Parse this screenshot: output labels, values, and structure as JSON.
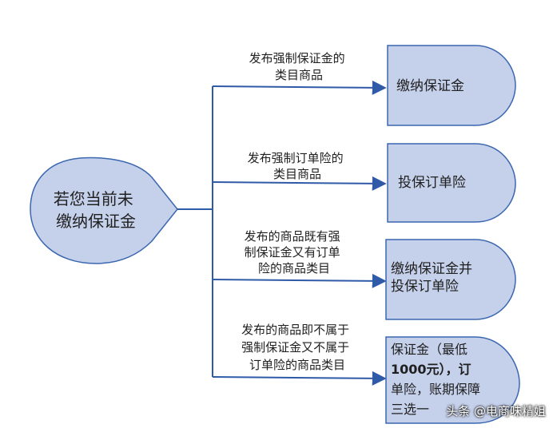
{
  "colors": {
    "node_fill": "#c5d0ea",
    "node_stroke": "#3b67b0",
    "line": "#2e5aa8"
  },
  "root": {
    "lines": [
      "若您当前未",
      "缴纳保证金"
    ]
  },
  "branches": [
    {
      "condition": [
        "发布强制保证金的",
        "类目商品"
      ],
      "result": [
        "缴纳保证金"
      ]
    },
    {
      "condition": [
        "发布强制订单险的",
        "类目商品"
      ],
      "result": [
        "投保订单险"
      ]
    },
    {
      "condition": [
        "发布的商品既有强",
        "制保证金又有订单",
        "险的商品类目"
      ],
      "result": [
        "缴纳保证金并",
        "投保订单险"
      ]
    },
    {
      "condition": [
        "发布的商品即不属于",
        "强制保证金又不属于",
        "订单险的商品类目"
      ],
      "result": [
        "保证金（最低",
        "1000元），订",
        "单险，账期保障",
        "三选一"
      ]
    }
  ],
  "watermark": "头条 @电商味精姐"
}
